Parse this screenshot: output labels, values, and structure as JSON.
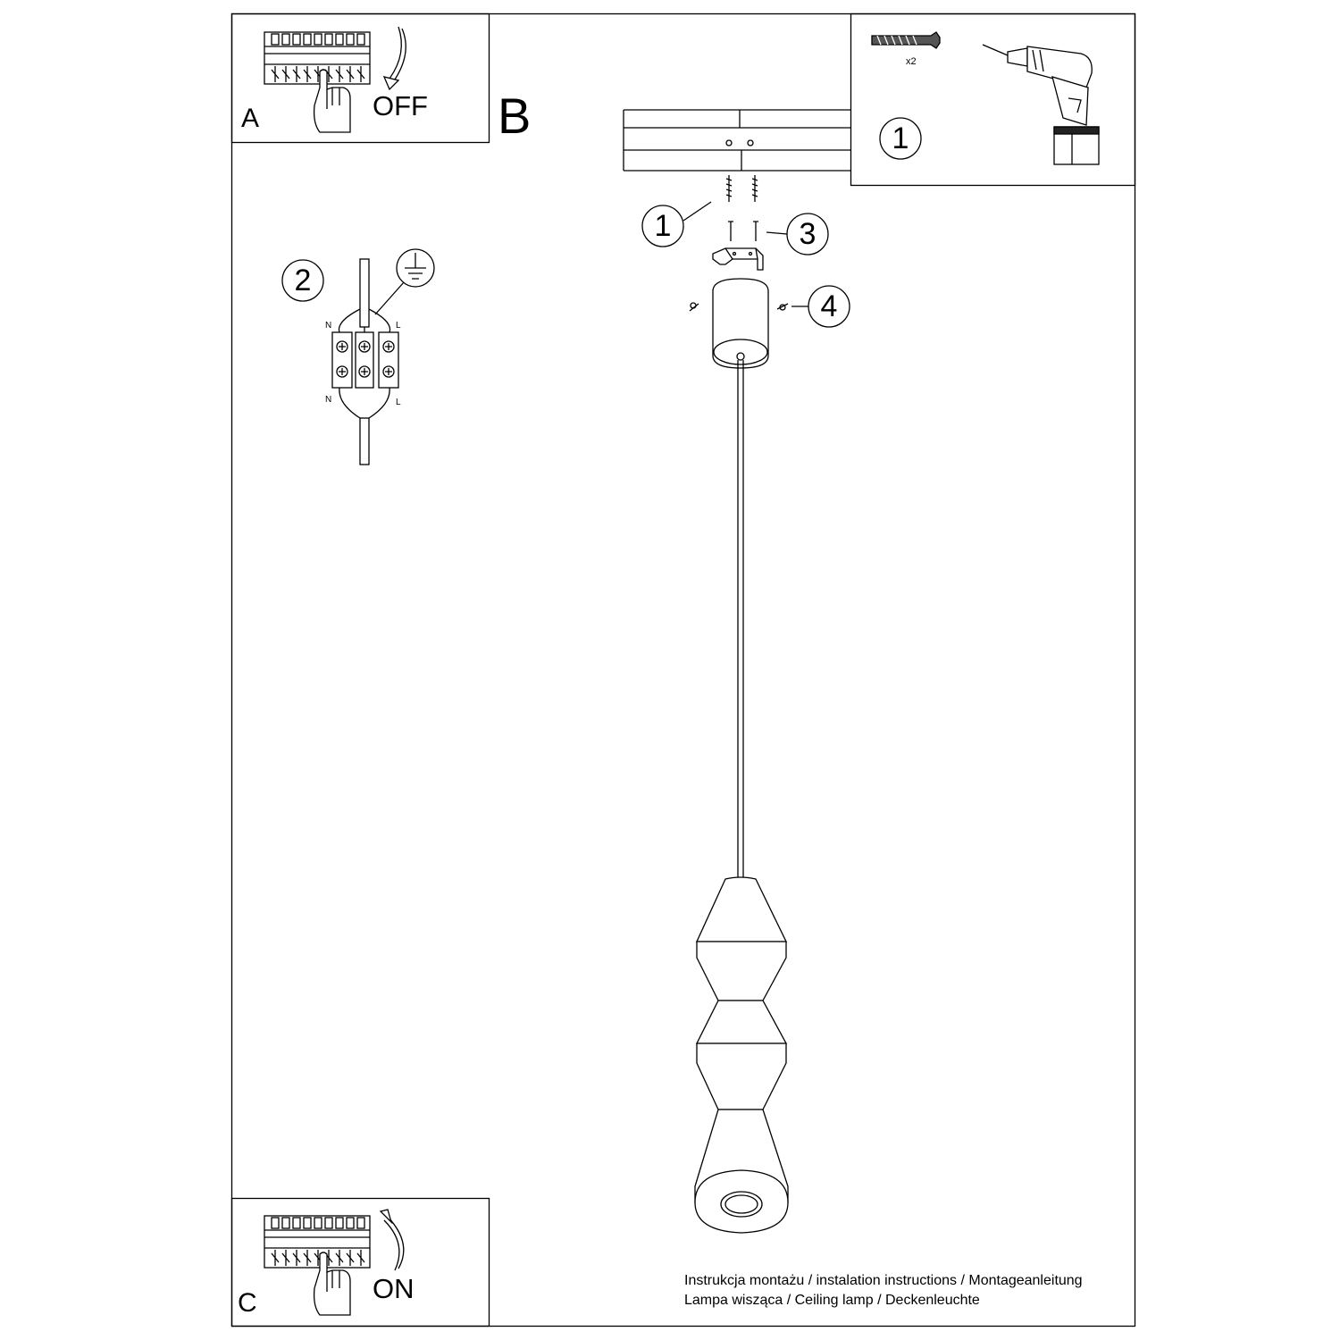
{
  "steps": {
    "a_label": "A",
    "a_action": "OFF",
    "b_label": "B",
    "c_label": "C",
    "c_action": "ON"
  },
  "callouts": {
    "drill_box": "1",
    "anchors": "1",
    "wiring": "2",
    "screws": "3",
    "side_screws": "4"
  },
  "quantity": "x2",
  "wire_labels": {
    "neutral": "N",
    "live": "L"
  },
  "footer": {
    "line1": "Instrukcja montażu / instalation instructions / Montageanleitung",
    "line2": "Lampa wisząca / Ceiling lamp / Deckenleuchte"
  }
}
